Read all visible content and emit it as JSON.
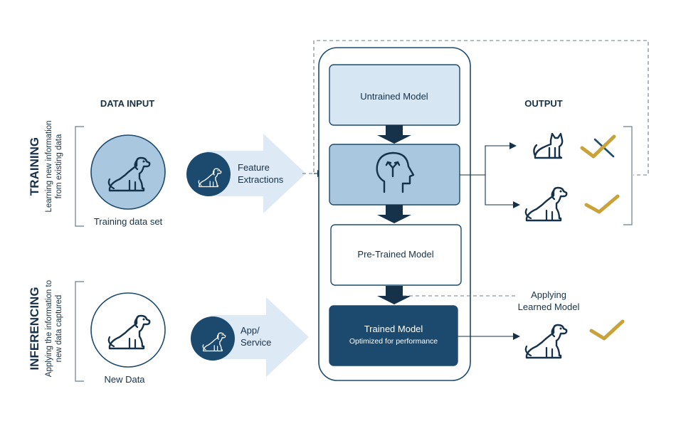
{
  "headers": {
    "data_input": "DATA INPUT",
    "output": "OUTPUT"
  },
  "training": {
    "title": "TRAINING",
    "subtitle_line1": "Learning new information",
    "subtitle_line2": "from existing data",
    "dataset_label": "Training data set",
    "step_line1": "Feature",
    "step_line2": "Extractions"
  },
  "inferencing": {
    "title": "INFERENCING",
    "subtitle_line1": "Applying the information to",
    "subtitle_line2": "new data captured",
    "dataset_label": "New Data",
    "step_line1": "App/",
    "step_line2": "Service"
  },
  "models": {
    "untrained": "Untrained Model",
    "pretrained": "Pre-Trained Model",
    "trained": "Trained Model",
    "trained_sub": "Optimized for performance"
  },
  "applying": {
    "line1": "Applying",
    "line2": "Learned Model"
  },
  "icons": {
    "dog": "dog-icon",
    "cat": "cat-icon",
    "brain": "brain-head-icon",
    "check": "check-icon",
    "cross": "cross-icon"
  },
  "colors": {
    "navy": "#1c4a6e",
    "dark_text": "#15324a",
    "light_blue": "#d6e6f3",
    "mid_blue": "#a9c7de",
    "pale_arrow": "#dde9f5",
    "gold": "#c9a23a"
  }
}
